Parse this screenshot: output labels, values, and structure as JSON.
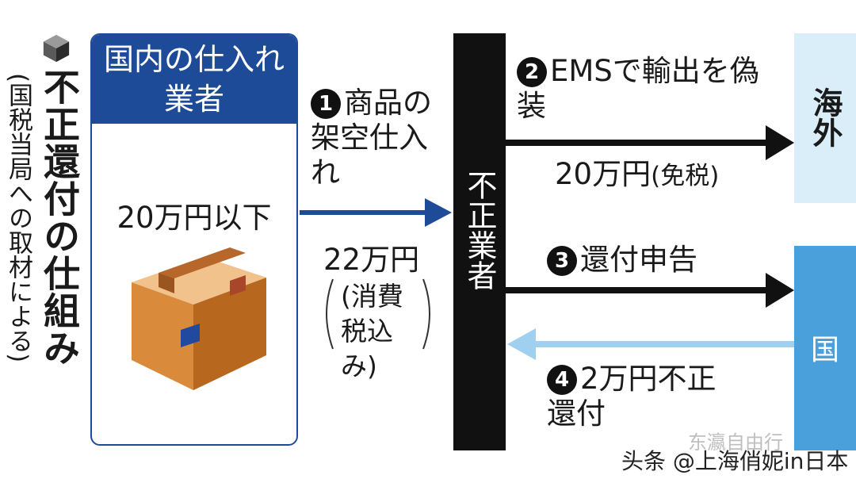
{
  "title": {
    "main": "不正還付の仕組み",
    "sub": "(国税当局への取材による)"
  },
  "supplier": {
    "header": "国内の仕入れ業者",
    "amount": "20万円以下"
  },
  "fraudster": {
    "label": "不正業者"
  },
  "destinations": {
    "overseas": "海外",
    "nation": "国"
  },
  "steps": [
    {
      "num": "1",
      "text": "商品の架空仕入れ",
      "amount": "22万円",
      "note": "(消費税込み)"
    },
    {
      "num": "2",
      "text": "EMSで輸出を偽装",
      "amount": "20万円",
      "note": "(免税)"
    },
    {
      "num": "3",
      "text": "還付申告"
    },
    {
      "num": "4",
      "text": "2万円不正還付"
    }
  ],
  "watermark": {
    "main": "头条 @上海俏妮in日本",
    "faint": "东瀛自由行"
  },
  "colors": {
    "navy": "#1e4b97",
    "black": "#111111",
    "light_blue": "#d9eef8",
    "blue": "#4aa0db",
    "arrow_light": "#9fd0ef"
  }
}
